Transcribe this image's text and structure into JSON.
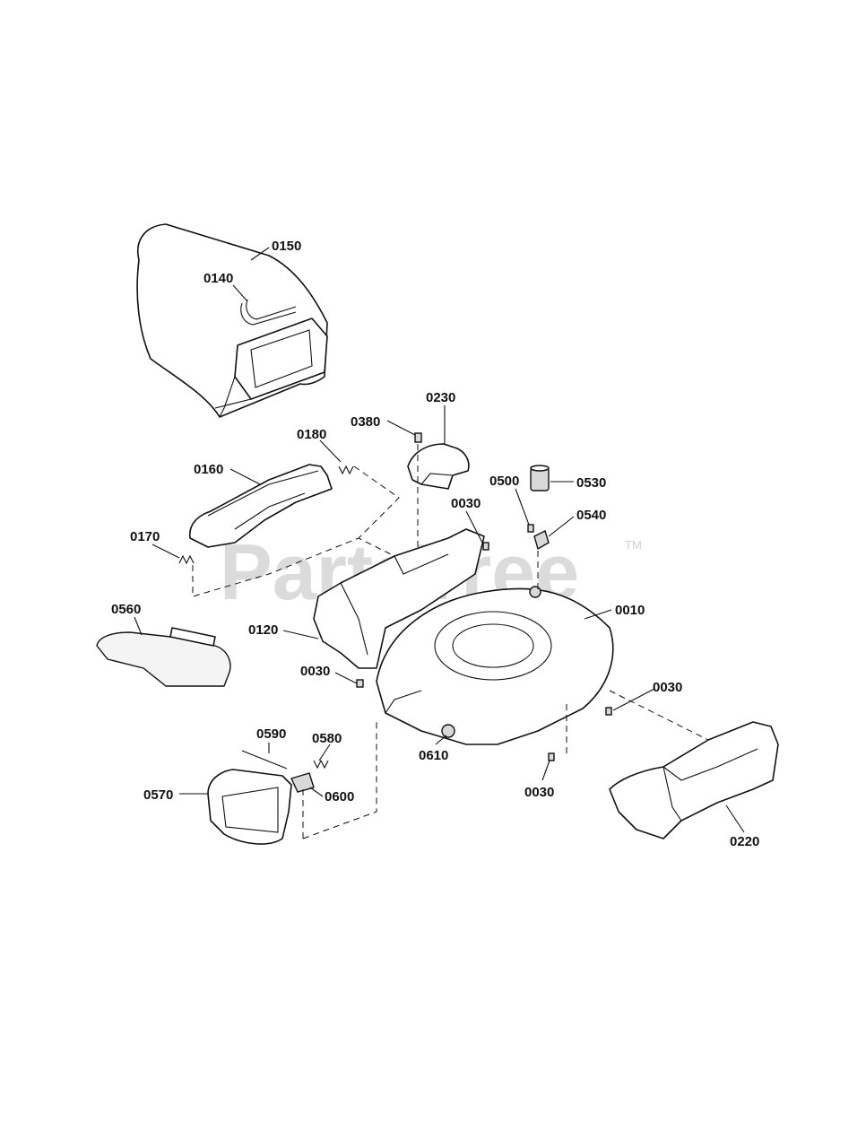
{
  "watermark": {
    "brand": "PartsTree",
    "trademark": "TM"
  },
  "callouts": [
    {
      "id": "0150",
      "text": "0150"
    },
    {
      "id": "0140",
      "text": "0140"
    },
    {
      "id": "0230",
      "text": "0230"
    },
    {
      "id": "0380",
      "text": "0380"
    },
    {
      "id": "0180",
      "text": "0180"
    },
    {
      "id": "0160",
      "text": "0160"
    },
    {
      "id": "0500",
      "text": "0500"
    },
    {
      "id": "0530",
      "text": "0530"
    },
    {
      "id": "0030a",
      "text": "0030"
    },
    {
      "id": "0540",
      "text": "0540"
    },
    {
      "id": "0170",
      "text": "0170"
    },
    {
      "id": "0560",
      "text": "0560"
    },
    {
      "id": "0010",
      "text": "0010"
    },
    {
      "id": "0120",
      "text": "0120"
    },
    {
      "id": "0030b",
      "text": "0030"
    },
    {
      "id": "0030c",
      "text": "0030"
    },
    {
      "id": "0610",
      "text": "0610"
    },
    {
      "id": "0590",
      "text": "0590"
    },
    {
      "id": "0580",
      "text": "0580"
    },
    {
      "id": "0570",
      "text": "0570"
    },
    {
      "id": "0600",
      "text": "0600"
    },
    {
      "id": "0030d",
      "text": "0030"
    },
    {
      "id": "0220",
      "text": "0220"
    }
  ]
}
